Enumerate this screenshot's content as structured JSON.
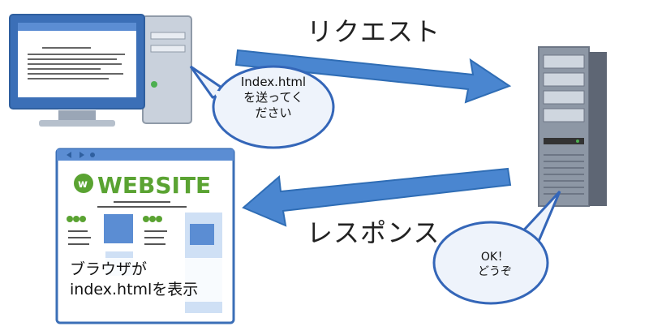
{
  "labels": {
    "request": "リクエスト",
    "response": "レスポンス"
  },
  "bubbles": {
    "request_lines": [
      "Index.html",
      "を送ってく",
      "ださい"
    ],
    "response_lines": [
      "OK！",
      "どうぞ"
    ]
  },
  "browser": {
    "site_name": "WEBSITE",
    "caption_lines": [
      "ブラウザが",
      "index.htmlを表示"
    ]
  },
  "colors": {
    "arrow": "#4a86d0",
    "arrow_stroke": "#2f6db5",
    "bubble_fill": "#eef3fb",
    "bubble_stroke": "#3466b8",
    "brand_green": "#5aa332",
    "tile_blue": "#5b8dd3",
    "monitor_blue": "#3b6fb7",
    "case_gray": "#c9d1dc"
  },
  "icons": {
    "client": "desktop-computer-icon",
    "server": "server-tower-icon",
    "browser": "browser-window-icon"
  }
}
